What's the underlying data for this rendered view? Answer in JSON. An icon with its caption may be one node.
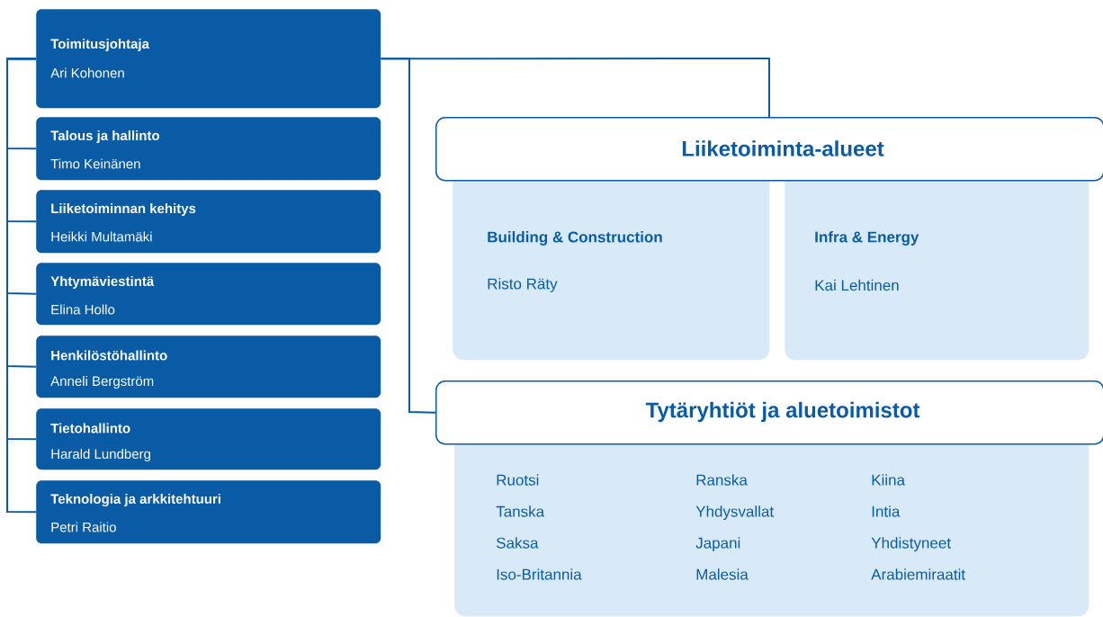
{
  "diagram": {
    "nodes": [
      {
        "text": [
          "Toimitusjohtaja",
          "Ari Kohonen"
        ]
      },
      {
        "text": [
          "Talous ja hallinto",
          "Timo Keinänen"
        ]
      },
      {
        "text": [
          "Liiketoiminnan kehitys",
          "Heikki Multamäki"
        ]
      },
      {
        "text": [
          "Yhtymäviestintä",
          "Elina Hollo"
        ]
      },
      {
        "text": [
          "Henkilöstöhallinto",
          "Anneli Bergström"
        ]
      },
      {
        "text": [
          "Tietohallinto",
          "Harald Lundberg"
        ]
      },
      {
        "text": [
          "Teknologia ja arkkitehtuuri",
          "Petri Raitio"
        ]
      },
      {
        "text": [
          "Liiketoiminta-alueet"
        ]
      },
      {
        "text": [
          "Building & Construction",
          "Risto Räty"
        ]
      },
      {
        "text": [
          "Infra & Energy",
          "Kai Lehtinen"
        ]
      },
      {
        "text": [
          "Tytäryhtiöt ja aluetoimistot"
        ]
      },
      {
        "text": [
          "Ruotsi",
          "Tanska",
          "Saksa",
          "Iso-Britannia",
          "Ranska",
          "Yhdysvallat",
          "Japani",
          "Malesia",
          "Kiina",
          "Intia",
          "Yhdistyneet Arabiemiraatit"
        ]
      }
    ],
    "edges": [
      {
        "from": 0,
        "to": 1,
        "arrow": "none"
      },
      {
        "from": 0,
        "to": 2,
        "arrow": "none"
      },
      {
        "from": 0,
        "to": 3,
        "arrow": "none"
      },
      {
        "from": 0,
        "to": 4,
        "arrow": "none"
      },
      {
        "from": 0,
        "to": 5,
        "arrow": "none"
      },
      {
        "from": 0,
        "to": 6,
        "arrow": "none"
      },
      {
        "from": 0,
        "to": 7,
        "arrow": "none"
      },
      {
        "from": 0,
        "to": 10,
        "arrow": "none"
      }
    ]
  }
}
